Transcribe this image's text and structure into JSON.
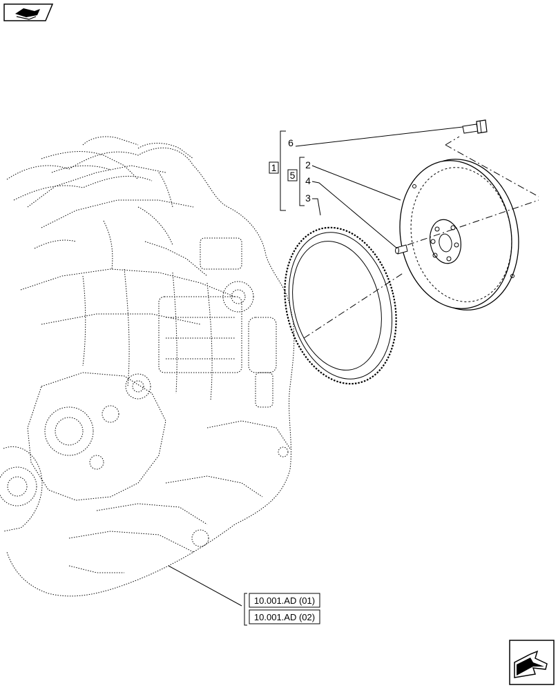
{
  "callouts": {
    "group_outer": "1",
    "group_inner": "5",
    "item_6": "6",
    "item_2": "2",
    "item_4": "4",
    "item_3": "3"
  },
  "references": [
    "10.001.AD (01)",
    "10.001.AD (02)"
  ],
  "icons": {
    "top_left": "book-arrow-icon",
    "bottom_right": "next-page-arrow-icon"
  }
}
